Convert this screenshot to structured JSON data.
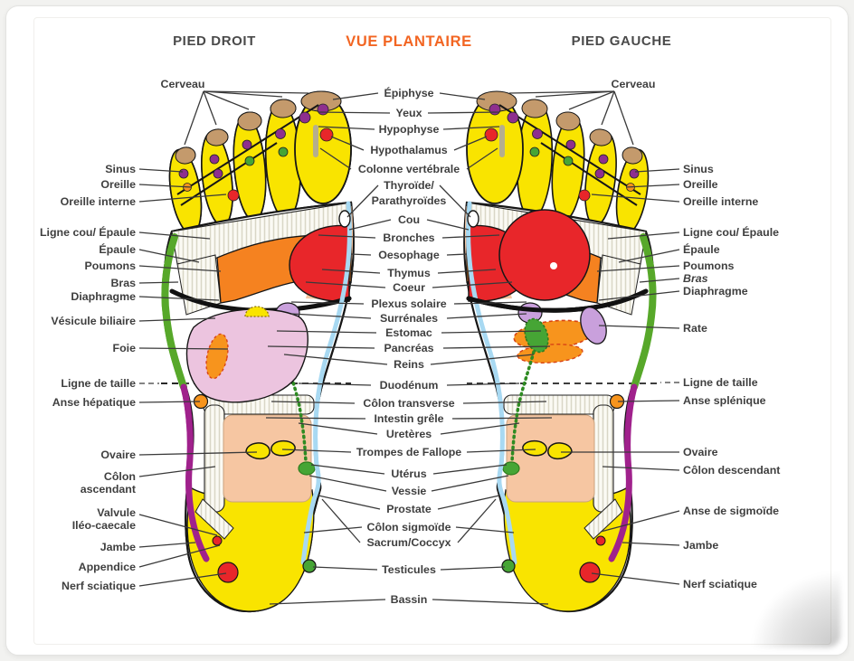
{
  "titles": {
    "left_foot": "PIED DROIT",
    "center": "VUE PLANTAIRE",
    "right_foot": "PIED GAUCHE"
  },
  "labels": {
    "left": [
      "Cerveau",
      "Sinus",
      "Oreille",
      "Oreille interne",
      "Ligne cou/ Épaule",
      "Épaule",
      "Poumons",
      "Bras",
      "Diaphragme",
      "Vésicule biliaire",
      "Foie",
      "Ligne de taille",
      "Anse hépatique",
      "Ovaire",
      "Côlon",
      "ascendant",
      "Valvule",
      "Iléo-caecale",
      "Jambe",
      "Appendice",
      "Nerf sciatique"
    ],
    "center": [
      "Épiphyse",
      "Yeux",
      "Hypophyse",
      "Hypothalamus",
      "Colonne vertébrale",
      "Thyroïde/",
      "Parathyroïdes",
      "Cou",
      "Bronches",
      "Oesophage",
      "Thymus",
      "Coeur",
      "Plexus solaire",
      "Surrénales",
      "Estomac",
      "Pancréas",
      "Reins",
      "Duodénum",
      "Côlon transverse",
      "Intestin grêle",
      "Uretères",
      "Trompes de Fallope",
      "Utérus",
      "Vessie",
      "Prostate",
      "Côlon sigmoïde",
      "Sacrum/Coccyx",
      "Testicules",
      "Bassin"
    ],
    "right": [
      "Cerveau",
      "Sinus",
      "Oreille",
      "Oreille interne",
      "Ligne cou/ Épaule",
      "Épaule",
      "Poumons",
      "Bras",
      "Diaphragme",
      "Rate",
      "Ligne de taille",
      "Anse splénique",
      "Ovaire",
      "Côlon descendant",
      "Anse de sigmoïde",
      "Jambe",
      "Nerf sciatique"
    ]
  },
  "colors": {
    "title_accent": "#F26522",
    "label_text": "#3F3F3F",
    "zone_yellow": "#F9E400",
    "toe_tip_tan": "#C49A6C",
    "zone_lungs_orange": "#F58220",
    "zone_heart_red": "#E8262A",
    "zone_liver_pink": "#ECC4DF",
    "zone_lilac": "#C9A0DC",
    "organ_green": "#46A535",
    "arm_strip_green": "#57A82A",
    "leg_strip_magenta": "#A0218C",
    "spine_blue": "#A8D9F2",
    "intestine_peach": "#F6C6A2",
    "stomach_orange": "#F7941D"
  }
}
